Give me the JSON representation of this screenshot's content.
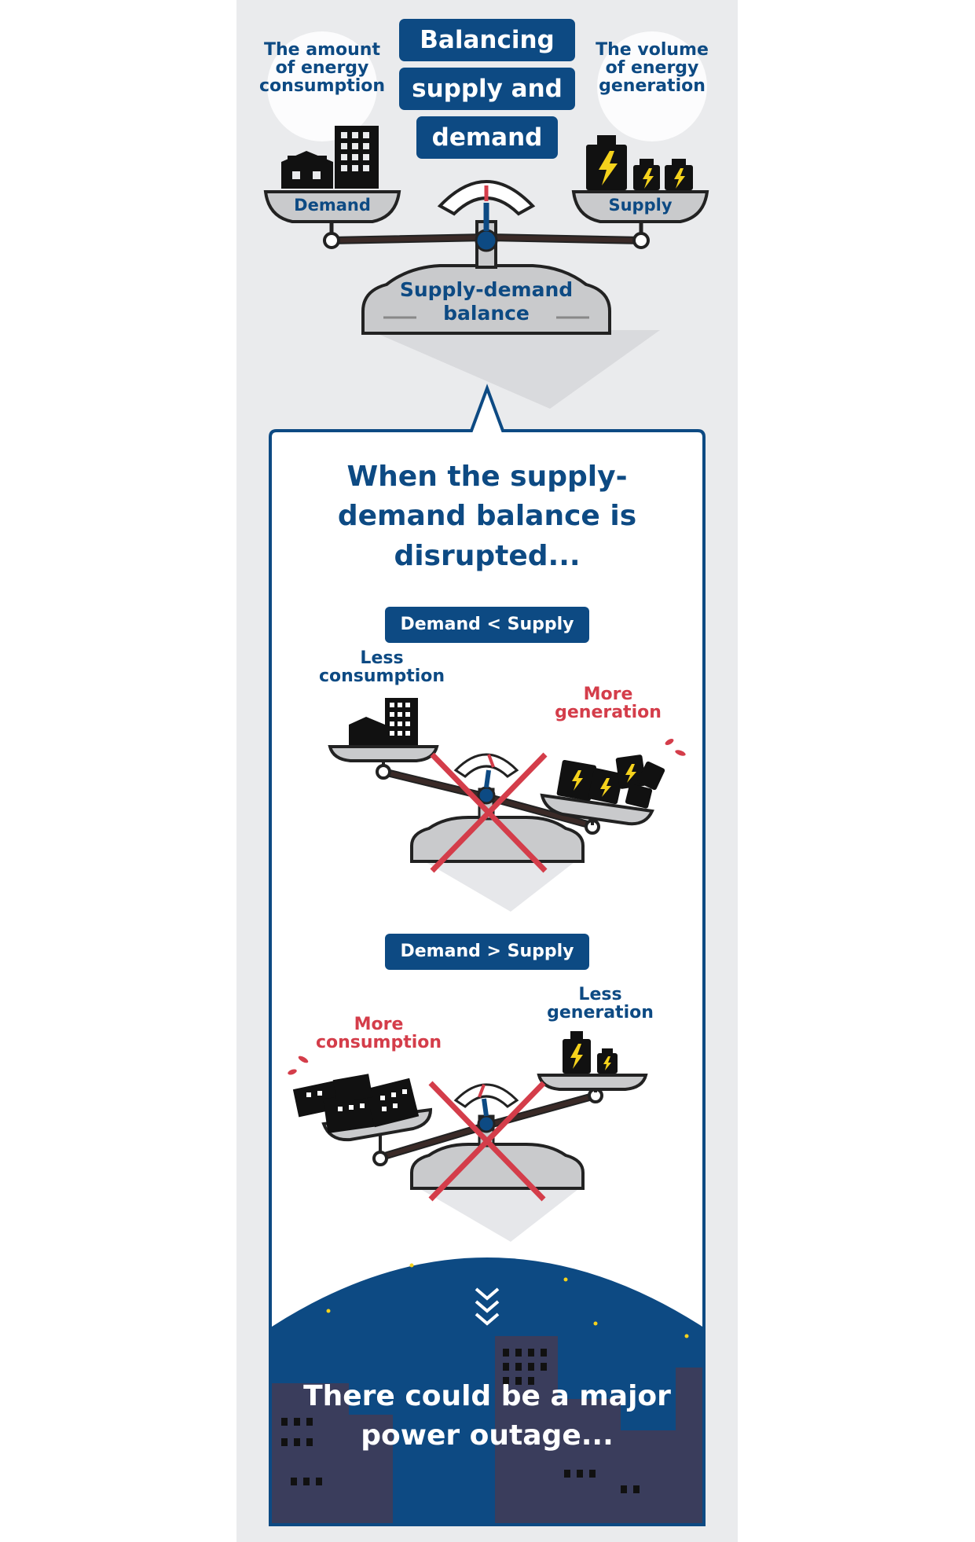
{
  "header": {
    "title_lines": [
      "Balancing",
      "supply and",
      "demand"
    ],
    "left_label": "The amount of energy consumption",
    "right_label": "The volume of energy generation",
    "left_pan": "Demand",
    "right_pan": "Supply",
    "base_label": "Supply-demand balance"
  },
  "panel": {
    "heading": "When the supply-demand balance is disrupted...",
    "case1": {
      "badge": "Demand < Supply",
      "left_note": "Less consumption",
      "right_note": "More generation"
    },
    "case2": {
      "badge": "Demand > Supply",
      "left_note": "More consumption",
      "right_note": "Less generation"
    },
    "outcome": "There could be a major power outage..."
  },
  "colors": {
    "navy": "#0d4a83",
    "red": "#d43d4a",
    "gray": "#c9cacc",
    "dark": "#3a2a27"
  }
}
